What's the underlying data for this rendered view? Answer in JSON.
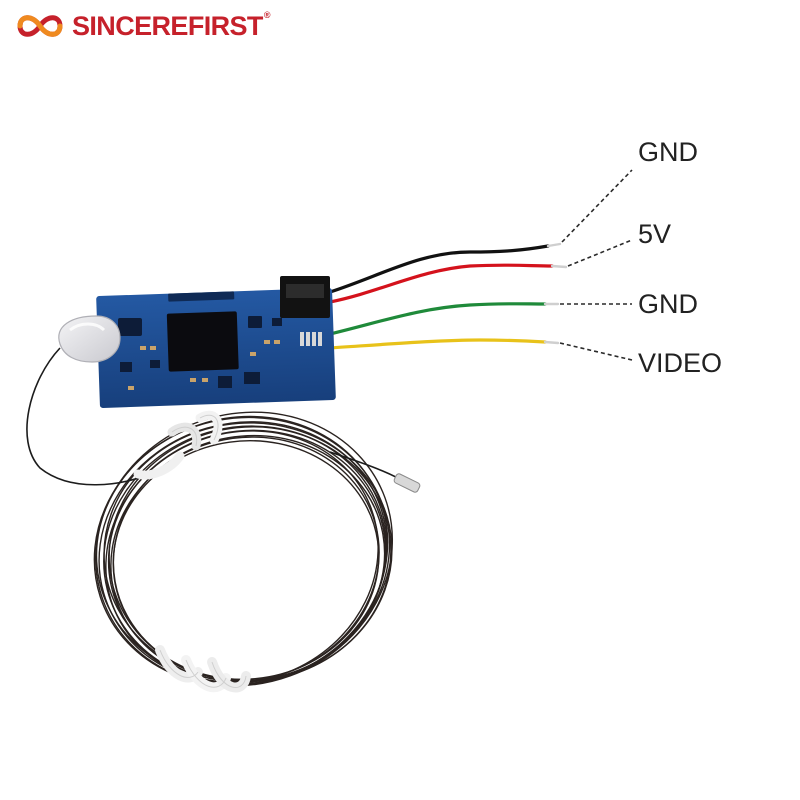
{
  "brand": {
    "name_part1": "SINCERE",
    "name_part2": "FIRST",
    "registered": "®",
    "logo_icon": "sincerefirst-logo-mark",
    "colors": {
      "brand_red": "#c6212b",
      "brand_orange": "#ef8a1f"
    }
  },
  "wiring": {
    "pins": [
      {
        "label": "GND",
        "wire_color": "#111111"
      },
      {
        "label": "5V",
        "wire_color": "#d4121c"
      },
      {
        "label": "GND",
        "wire_color": "#1f8a3a"
      },
      {
        "label": "VIDEO",
        "wire_color": "#e8c21a"
      }
    ]
  },
  "board": {
    "pcb_color": "#1d4f96"
  }
}
